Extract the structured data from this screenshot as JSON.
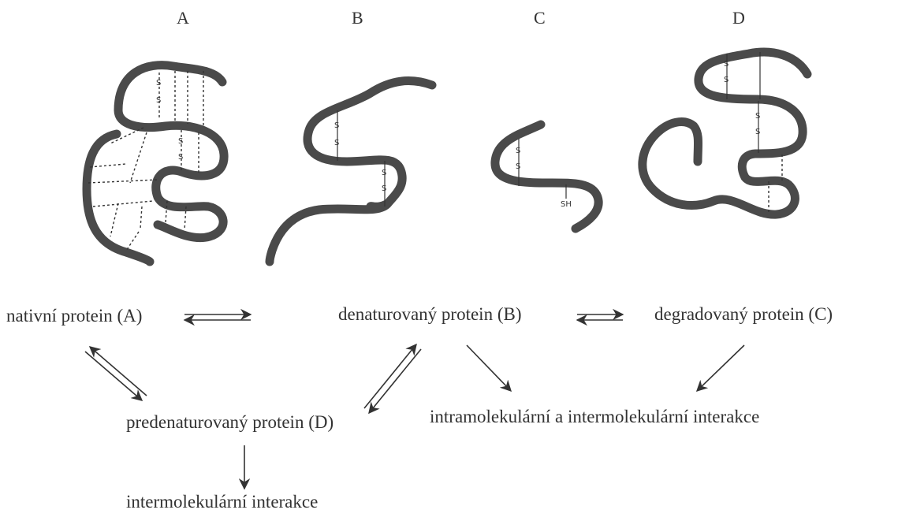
{
  "structures": {
    "A": {
      "letter": "A"
    },
    "B": {
      "letter": "B"
    },
    "C": {
      "letter": "C",
      "sh_label": "SH"
    },
    "D": {
      "letter": "D"
    },
    "ss_label": "S"
  },
  "labels": {
    "native": "nativní protein (A)",
    "denatured": "denaturovaný protein (B)",
    "degraded": "degradovaný protein (C)",
    "predenatured": "predenaturovaný protein (D)",
    "intra_inter": "intramolekulární a intermolekulární interakce",
    "inter": "intermolekulární interakce"
  }
}
